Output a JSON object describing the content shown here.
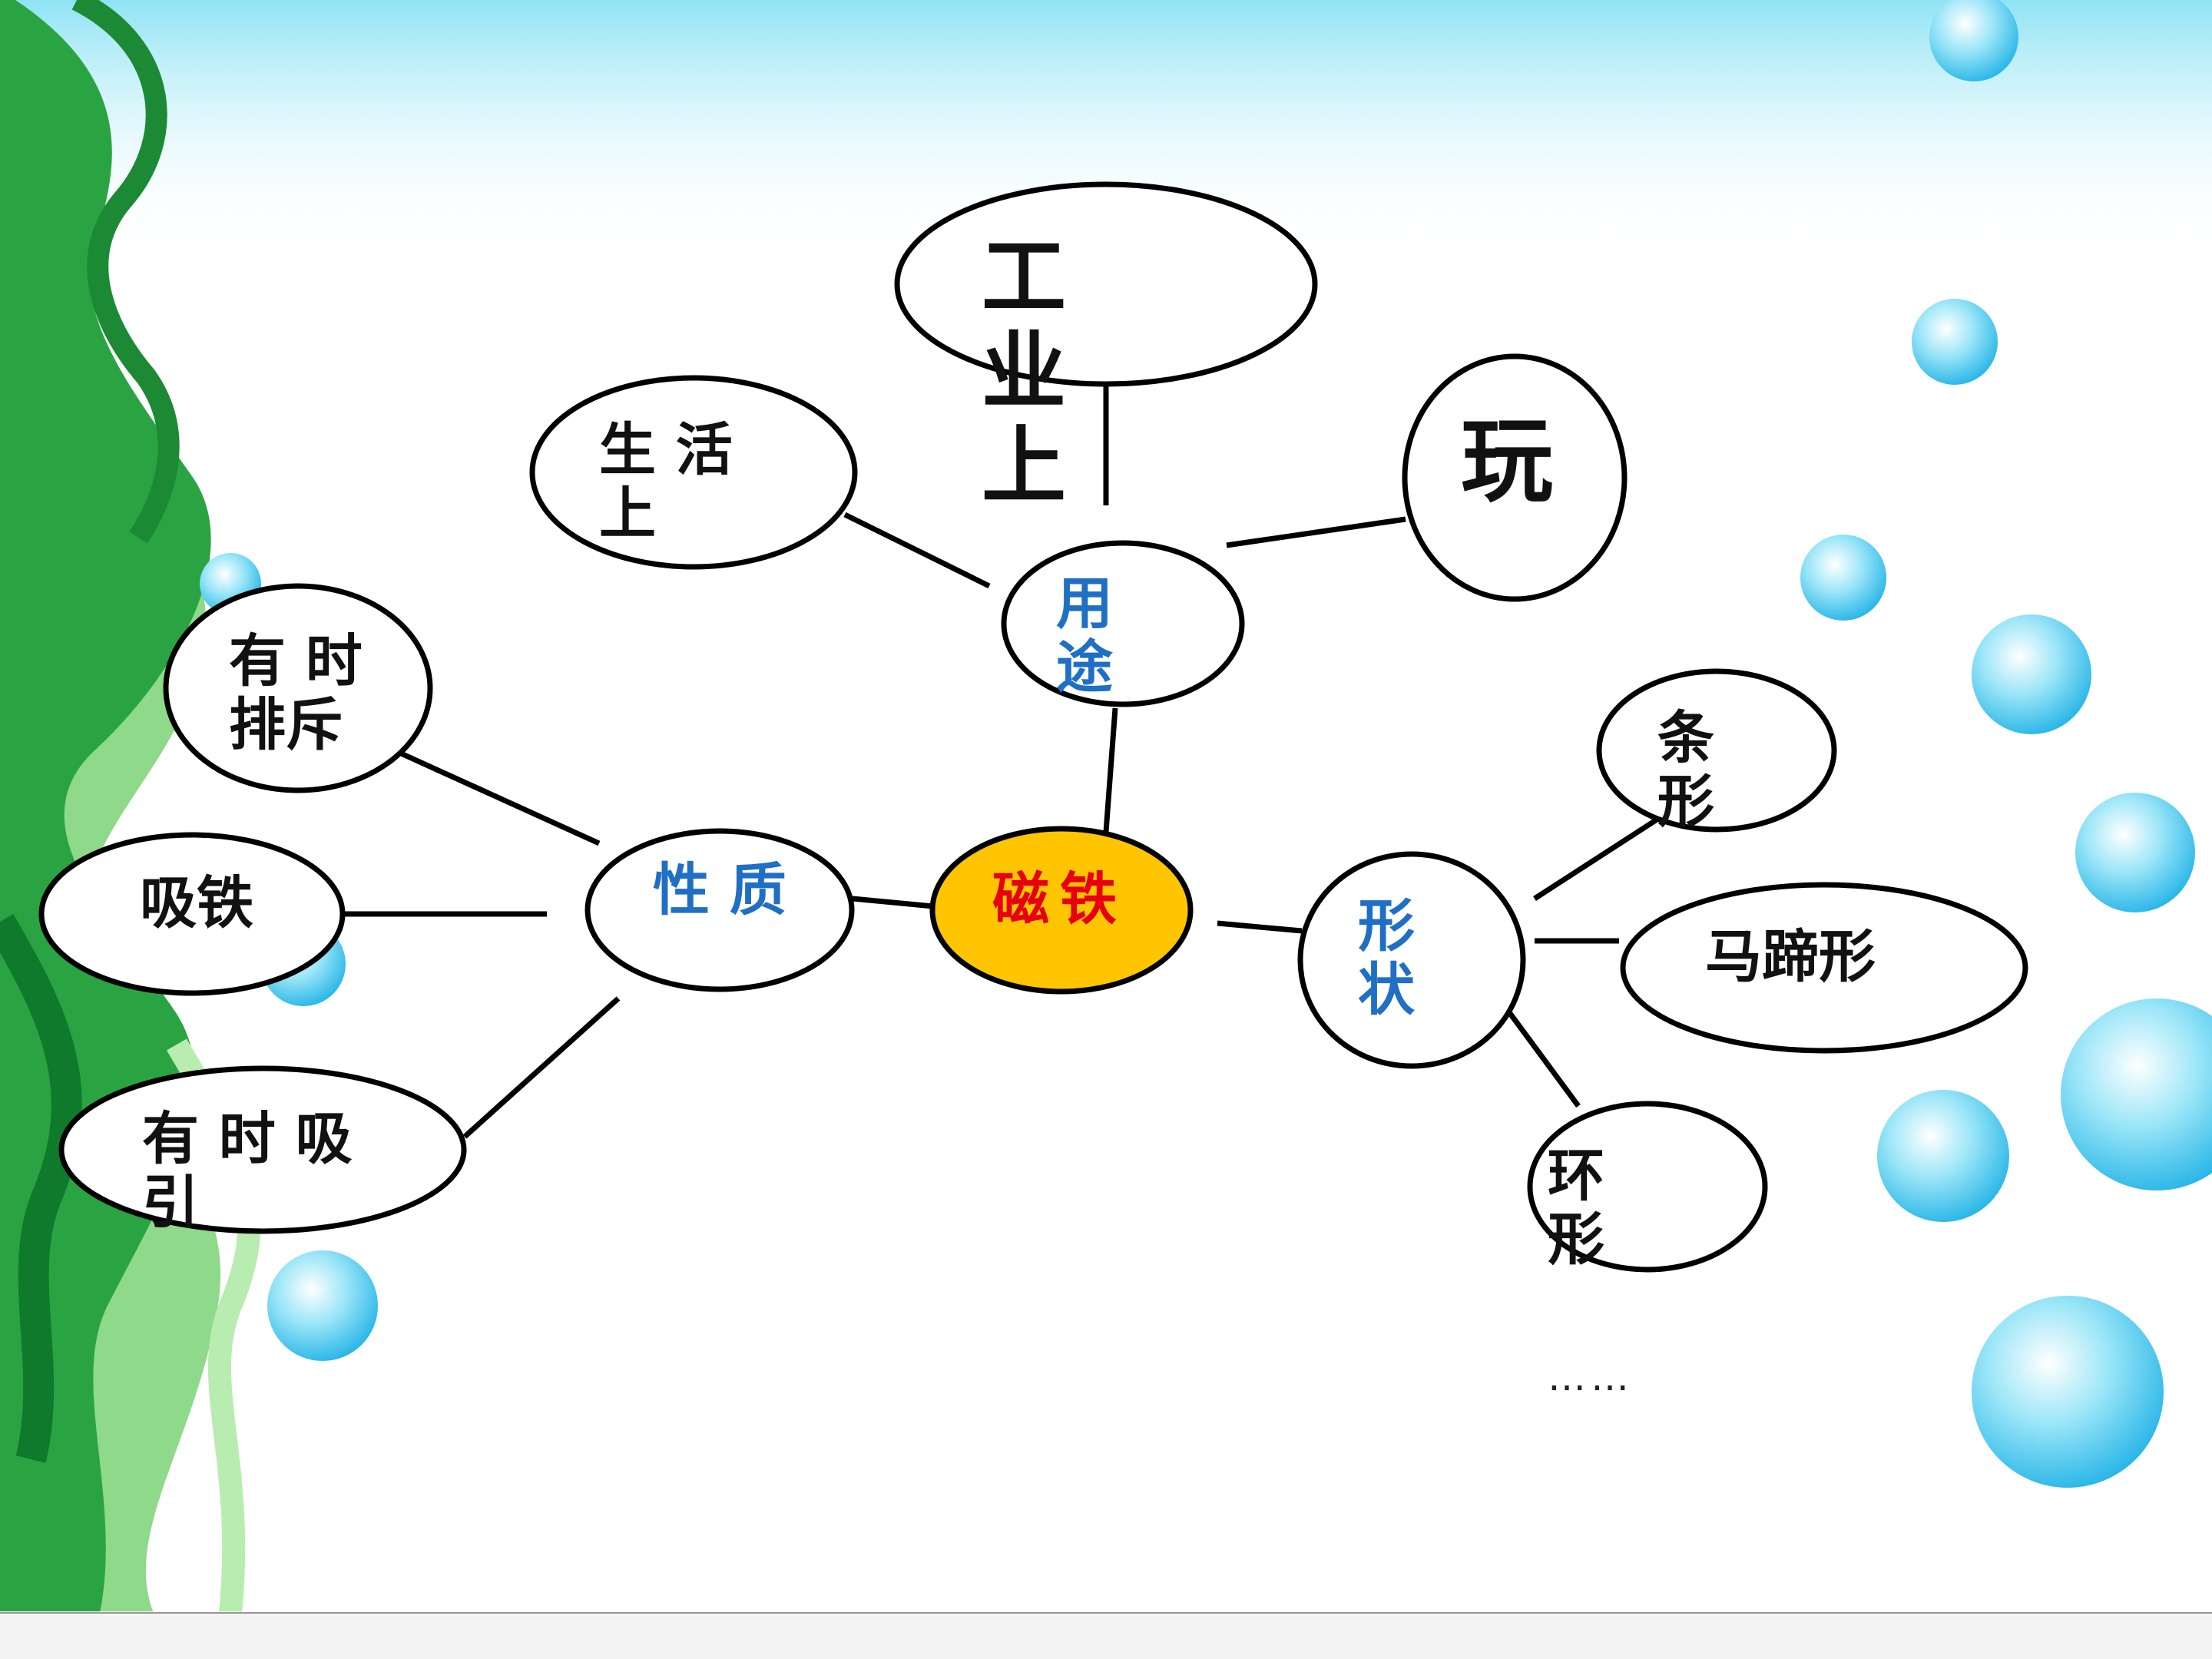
{
  "diagram": {
    "center": {
      "label": "磁铁",
      "fill": "#fec500"
    },
    "branches": [
      {
        "label": "性 质",
        "color": "#1f6fc4",
        "leaves": [
          "有 时 排斥",
          "吸铁",
          "有 时 吸引"
        ]
      },
      {
        "label": "用 途",
        "color": "#1f6fc4",
        "leaves": [
          "生 活 上",
          "工 业 上",
          "玩"
        ]
      },
      {
        "label": "形 状",
        "color": "#1f6fc4",
        "leaves": [
          "条 形",
          "马蹄形",
          "环 形"
        ],
        "more": "……"
      }
    ]
  },
  "colors": {
    "center_text": "#e60012",
    "branch_text": "#1f6fc4",
    "leaf_text": "#111111",
    "seaweed_dark": "#1c9a3a",
    "seaweed_light": "#8fd98a",
    "bubble": "#25b6e8",
    "sky_top": "#8fe3f4"
  },
  "decor": {
    "left": "seaweed",
    "right": "bubbles",
    "top": "sky-gradient"
  }
}
